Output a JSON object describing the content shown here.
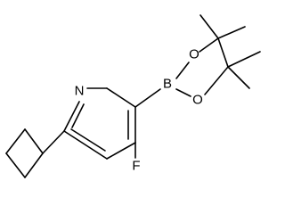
{
  "molecule": {
    "atoms": {
      "N": "N",
      "F": "F",
      "B": "B",
      "O1": "O",
      "O2": "O"
    }
  },
  "colors": {
    "bond": "#000000",
    "label": "#000000",
    "background": "#ffffff"
  }
}
